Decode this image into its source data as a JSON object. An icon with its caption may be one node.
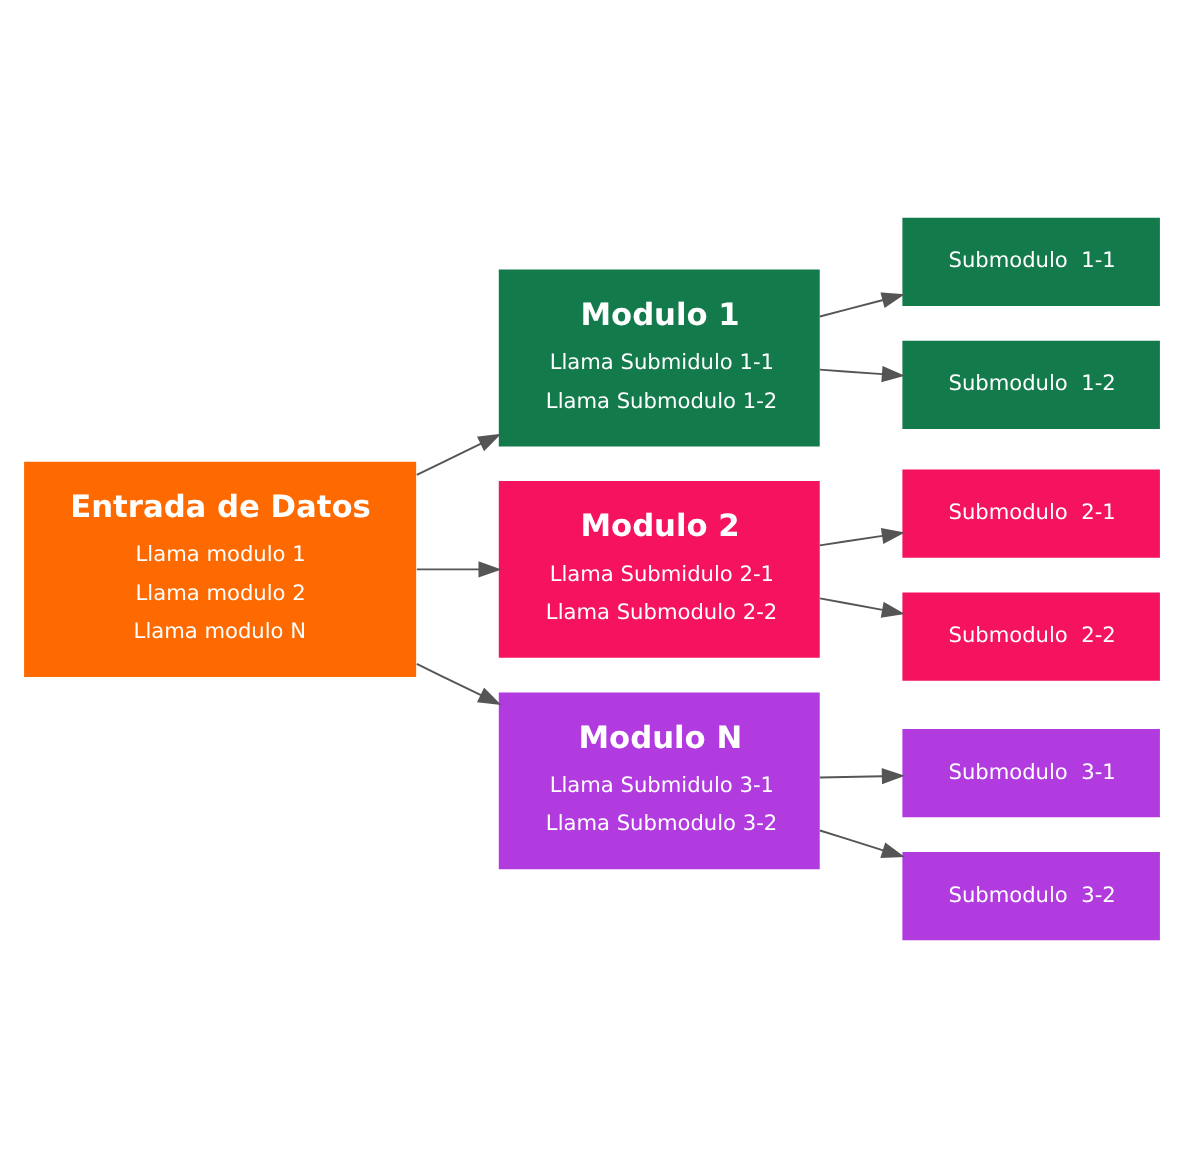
{
  "diagram": {
    "nodes": [
      {
        "text": [
          "Entrada de Datos",
          "Llama modulo 1",
          "Llama modulo 2",
          "Llama modulo N"
        ]
      },
      {
        "text": [
          "Modulo 1",
          "Llama Submidulo 1-1",
          "Llama Submodulo 1-2"
        ]
      },
      {
        "text": [
          "Submodulo  1-1"
        ]
      },
      {
        "text": [
          "Submodulo  1-2"
        ]
      },
      {
        "text": [
          "Modulo 2",
          "Llama Submidulo 2-1",
          "Llama Submodulo 2-2"
        ]
      },
      {
        "text": [
          "Submodulo  2-1"
        ]
      },
      {
        "text": [
          "Submodulo  2-2"
        ]
      },
      {
        "text": [
          "Modulo N",
          "Llama Submidulo 3-1",
          "Llama Submodulo 3-2"
        ]
      },
      {
        "text": [
          "Submodulo  3-1"
        ]
      },
      {
        "text": [
          "Submodulo  3-2"
        ]
      }
    ],
    "edges": [
      {
        "from": 0,
        "to": 1,
        "arrow": "to"
      },
      {
        "from": 0,
        "to": 4,
        "arrow": "to"
      },
      {
        "from": 0,
        "to": 7,
        "arrow": "to"
      },
      {
        "from": 1,
        "to": 2,
        "arrow": "to"
      },
      {
        "from": 1,
        "to": 3,
        "arrow": "to"
      },
      {
        "from": 4,
        "to": 5,
        "arrow": "to"
      },
      {
        "from": 4,
        "to": 6,
        "arrow": "to"
      },
      {
        "from": 7,
        "to": 8,
        "arrow": "to"
      },
      {
        "from": 7,
        "to": 9,
        "arrow": "to"
      }
    ]
  }
}
